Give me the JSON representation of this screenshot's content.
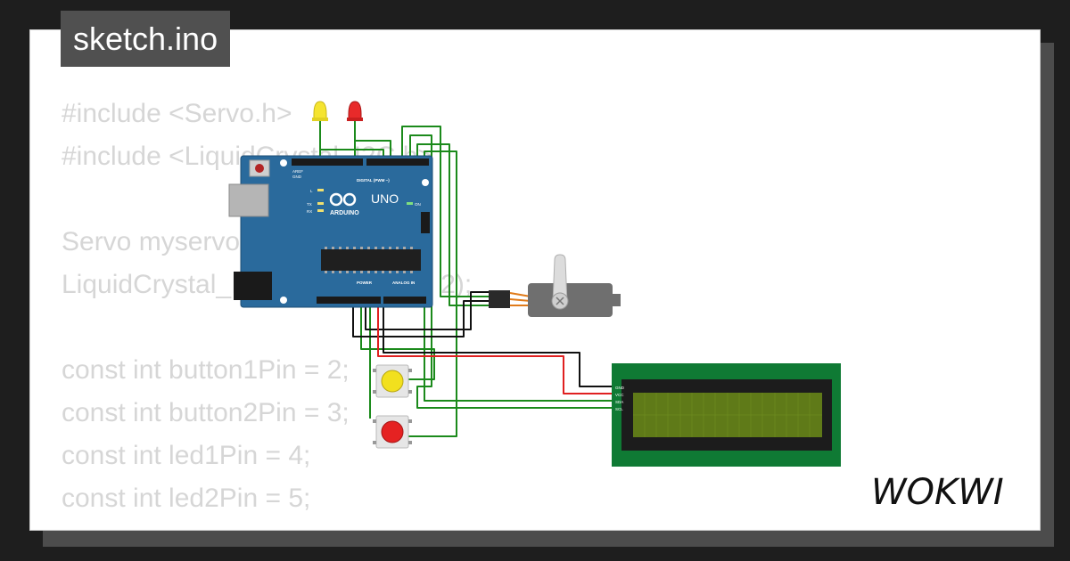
{
  "tab": {
    "title": "sketch.ino"
  },
  "code_lines": [
    "#include <Servo.h>",
    "#include <LiquidCrystal_I2C.h>",
    "",
    "Servo myservo;",
    "LiquidCrystal_I2C lcd(0x27, 16, 2);",
    "",
    "const int button1Pin = 2;",
    "const int button2Pin = 3;",
    "const int led1Pin = 4;",
    "const int led2Pin = 5;"
  ],
  "arduino": {
    "model": "UNO",
    "brand": "ARDUINO",
    "digital_label": "DIGITAL (PWM ~)",
    "analog_label": "ANALOG IN",
    "power_label": "POWER",
    "on_label": "ON",
    "tx_label": "TX",
    "rx_label": "RX",
    "l_label": "L",
    "aref_label": "AREF",
    "gnd_label": "GND"
  },
  "lcd": {
    "pins": [
      "GND",
      "VCC",
      "SDA",
      "SCL"
    ]
  },
  "colors": {
    "board": "#2a6a9c",
    "wire_green": "#1b8a1b",
    "wire_red": "#e02020",
    "wire_black": "#111111",
    "lcd_pcb": "#0f7a34",
    "lcd_screen": "#5f7a18",
    "led_yellow": "#f5e430",
    "led_red": "#e82a2a"
  },
  "brand": {
    "logo": "WOKWI"
  }
}
